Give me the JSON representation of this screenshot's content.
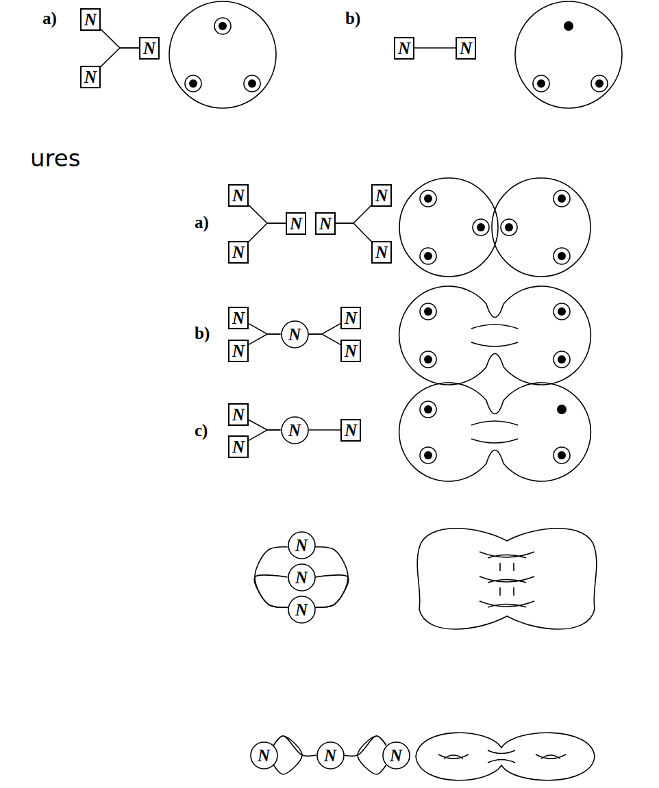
{
  "diagram": {
    "nodes": [
      {
        "text": [
          "N"
        ]
      },
      {
        "text": [
          "N"
        ]
      },
      {
        "text": [
          "N"
        ]
      },
      {
        "text": [
          "N"
        ]
      },
      {
        "text": [
          "N"
        ]
      },
      {
        "text": [
          "N"
        ]
      },
      {
        "text": [
          "N"
        ]
      },
      {
        "text": [
          "N"
        ]
      },
      {
        "text": [
          "N"
        ]
      },
      {
        "text": [
          "N"
        ]
      },
      {
        "text": [
          "N"
        ]
      },
      {
        "text": [
          "N"
        ]
      },
      {
        "text": [
          "N"
        ]
      },
      {
        "text": [
          "N"
        ]
      },
      {
        "text": [
          "N"
        ]
      },
      {
        "text": [
          "N"
        ]
      },
      {
        "text": [
          "N"
        ]
      },
      {
        "text": [
          "N"
        ]
      },
      {
        "text": [
          "N"
        ]
      },
      {
        "text": [
          "N"
        ]
      },
      {
        "text": [
          "N"
        ]
      },
      {
        "text": [
          "N"
        ]
      },
      {
        "text": [
          "N"
        ]
      },
      {
        "text": [
          "N"
        ]
      },
      {
        "text": [
          "N"
        ]
      },
      {
        "text": [
          "N"
        ]
      }
    ],
    "edges": [
      {
        "from": 0,
        "to": 2,
        "arrow": "none"
      },
      {
        "from": 1,
        "to": 2,
        "arrow": "none"
      },
      {
        "from": 3,
        "to": 4,
        "arrow": "none"
      },
      {
        "from": 5,
        "to": 7,
        "arrow": "none"
      },
      {
        "from": 6,
        "to": 7,
        "arrow": "none"
      },
      {
        "from": 8,
        "to": 9,
        "arrow": "none"
      },
      {
        "from": 8,
        "to": 10,
        "arrow": "none"
      },
      {
        "from": 11,
        "to": 13,
        "arrow": "none"
      },
      {
        "from": 12,
        "to": 13,
        "arrow": "none"
      },
      {
        "from": 13,
        "to": 14,
        "arrow": "none"
      },
      {
        "from": 13,
        "to": 15,
        "arrow": "none"
      },
      {
        "from": 16,
        "to": 18,
        "arrow": "none"
      },
      {
        "from": 17,
        "to": 18,
        "arrow": "none"
      },
      {
        "from": 18,
        "to": 19,
        "arrow": "none"
      },
      {
        "from": 20,
        "to": 22,
        "arrow": "none"
      },
      {
        "from": 21,
        "to": 22,
        "arrow": "none"
      },
      {
        "from": 20,
        "to": 22,
        "arrow": "none"
      },
      {
        "from": 21,
        "to": 22,
        "arrow": "none"
      },
      {
        "from": 23,
        "to": 23,
        "arrow": "none"
      },
      {
        "from": 23,
        "to": 24,
        "arrow": "none"
      },
      {
        "from": 24,
        "to": 25,
        "arrow": "none"
      },
      {
        "from": 25,
        "to": 25,
        "arrow": "none"
      }
    ],
    "labels": [
      "a)",
      "b)",
      "ures",
      "a)",
      "b)",
      "c)"
    ]
  }
}
